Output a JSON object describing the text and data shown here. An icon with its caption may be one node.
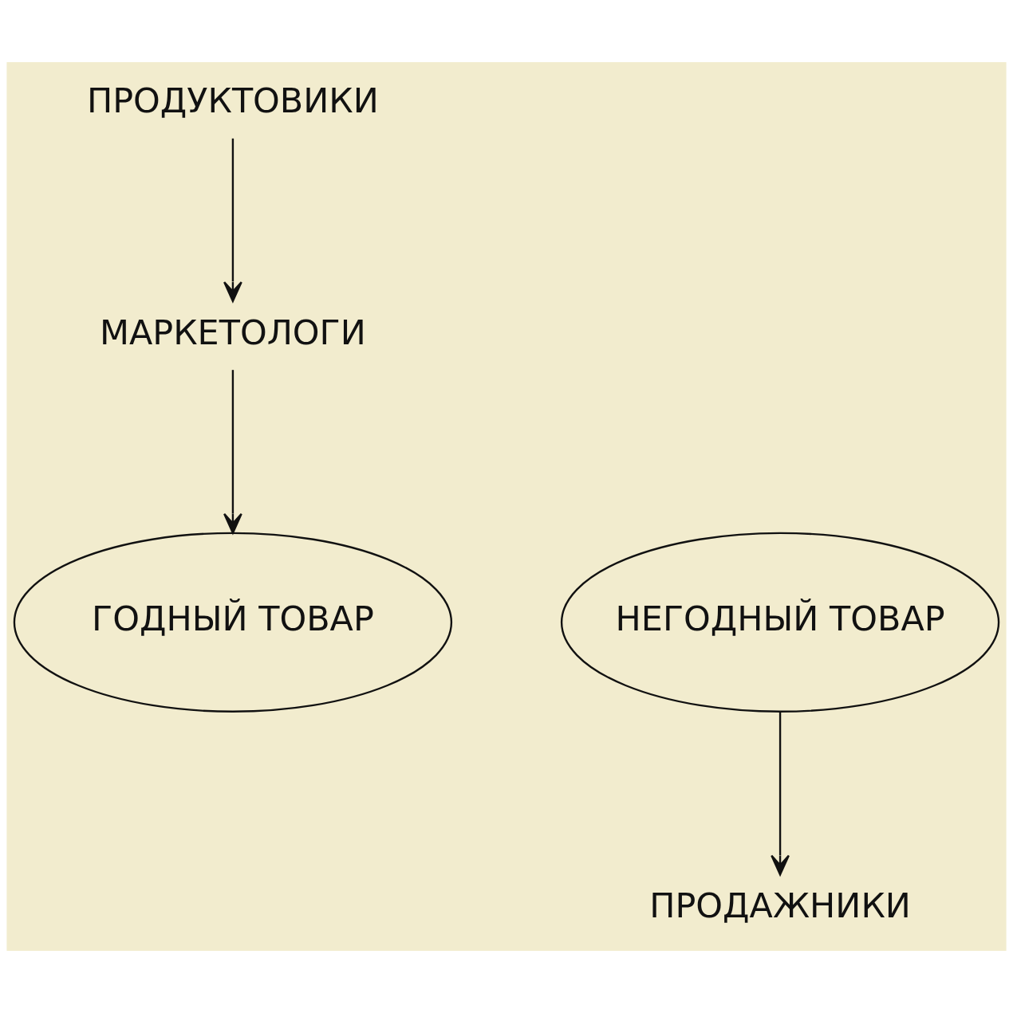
{
  "diagram": {
    "nodes": [
      {
        "text": [
          "ПРОДУКТОВИКИ"
        ]
      },
      {
        "text": [
          "МАРКЕТОЛОГИ"
        ]
      },
      {
        "text": [
          "ГОДНЫЙ ТОВАР"
        ]
      },
      {
        "text": [
          "НЕГОДНЫЙ ТОВАР"
        ]
      },
      {
        "text": [
          "ПРОДАЖНИКИ"
        ]
      }
    ],
    "edges": [
      {
        "from": 0,
        "to": 1,
        "arrow": "to"
      },
      {
        "from": 1,
        "to": 2,
        "arrow": "to"
      },
      {
        "from": 3,
        "to": 4,
        "arrow": "to"
      }
    ]
  }
}
